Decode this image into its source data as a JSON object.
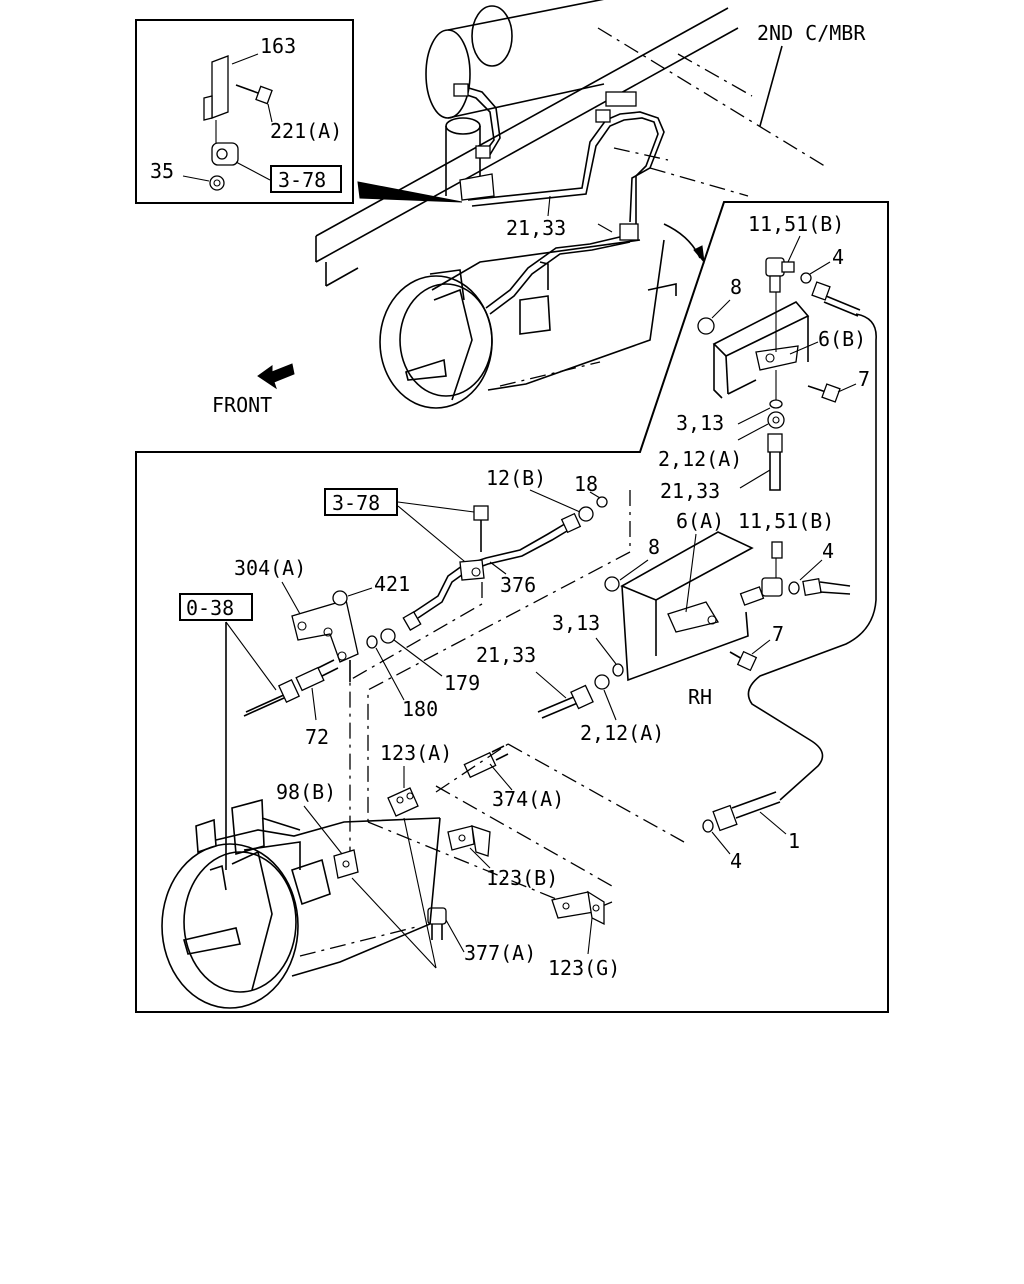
{
  "labels": {
    "l_163": "163",
    "l_221a": "221(A)",
    "l_35": "35",
    "ref_378_top": "3-78",
    "l_2ndcmbr": "2ND C/MBR",
    "l_2133_top": "21,33",
    "l_1151b_top": "11,51(B)",
    "l_4_top": "4",
    "l_8_top": "8",
    "l_6b": "6(B)",
    "l_7_top": "7",
    "l_313_top": "3,13",
    "l_212a_top": "2,12(A)",
    "l_2133_mid": "21,33",
    "l_front": "FRONT",
    "l_12b": "12(B)",
    "l_18": "18",
    "ref_378_mid": "3-78",
    "l_304a": "304(A)",
    "l_421": "421",
    "l_376": "376",
    "l_8_mid": "8",
    "l_6a": "6(A)",
    "l_1151b_mid": "11,51(B)",
    "l_4_mid": "4",
    "ref_038": "0-38",
    "l_313_mid": "3,13",
    "l_7_mid": "7",
    "l_2133_low": "21,33",
    "l_179": "179",
    "l_180": "180",
    "l_72": "72",
    "l_rh": "RH",
    "l_212a_low": "2,12(A)",
    "l_123a": "123(A)",
    "l_374a": "374(A)",
    "l_98b": "98(B)",
    "l_1": "1",
    "l_4_low": "4",
    "l_123b": "123(B)",
    "l_377a": "377(A)",
    "l_123g": "123(G)"
  }
}
